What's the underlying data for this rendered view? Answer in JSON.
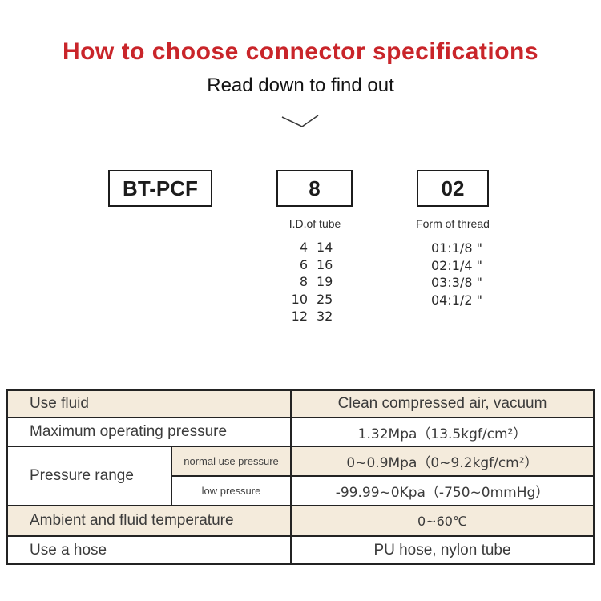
{
  "header": {
    "title": "How to choose connector specifications",
    "subtitle": "Read down to find out"
  },
  "icons": {
    "chevron": "chevron-down-icon"
  },
  "colors": {
    "title_red": "#c9252a",
    "row_beige": "#f4ebdc",
    "table_border": "#232323",
    "text_dark": "#3b3b3b"
  },
  "code_boxes": {
    "model": "BT-PCF",
    "size": "8",
    "thread": "02"
  },
  "tube_id": {
    "caption": "I.D.of tube",
    "rows": [
      [
        "4",
        "14"
      ],
      [
        "6",
        "16"
      ],
      [
        "8",
        "19"
      ],
      [
        "10",
        "25"
      ],
      [
        "12",
        "32"
      ]
    ]
  },
  "thread_form": {
    "caption": "Form of thread",
    "items": [
      "01:1/8 \"",
      "02:1/4 \"",
      "03:3/8 \"",
      "04:1/2 \""
    ]
  },
  "spec_table": {
    "rows": [
      {
        "label": "Use fluid",
        "value": "Clean compressed air, vacuum"
      },
      {
        "label": "Maximum operating pressure",
        "value": "1.32Mpa（13.5kgf/cm²）"
      },
      {
        "label": "Pressure range",
        "sub_rows": [
          {
            "label": "normal use pressure",
            "value": "0~0.9Mpa（0~9.2kgf/cm²）"
          },
          {
            "label": "low pressure",
            "value": "-99.99~0Kpa（-750~0mmHg）"
          }
        ]
      },
      {
        "label": "Ambient and fluid temperature",
        "value": "0~60℃"
      },
      {
        "label": "Use a hose",
        "value": "PU hose, nylon tube"
      }
    ]
  }
}
